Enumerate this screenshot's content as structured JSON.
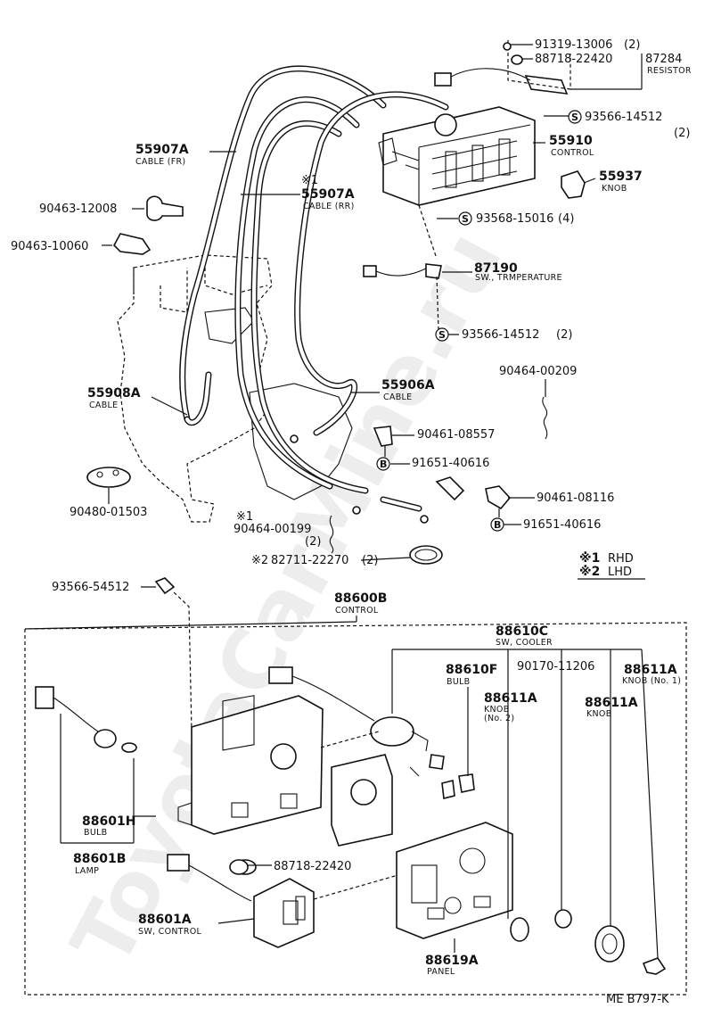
{
  "watermark": "ToyotaCarMine.ru",
  "diagram_code": "ME B797-K",
  "legend": {
    "rhd_mark": "※1",
    "rhd_text": "RHD",
    "lhd_mark": "※2",
    "lhd_text": "LHD"
  },
  "parts": {
    "p91319": "91319-13006",
    "p91319_qty": "(2)",
    "p88718a": "88718-22420",
    "p87284": "87284",
    "p87284_sub": "RESISTOR",
    "p93566a": "93566-14512",
    "p93566a_qty": "(2)",
    "p55910": "55910",
    "p55910_sub": "CONTROL",
    "p55937": "55937",
    "p55937_sub": "KNOB",
    "p55907fr": "55907A",
    "p55907fr_sub": "CABLE (FR)",
    "p90463a": "90463-12008",
    "p90463b": "90463-10060",
    "p55907rr_mark": "※1",
    "p55907rr": "55907A",
    "p55907rr_sub": "CABLE (RR)",
    "p93568": "93568-15016",
    "p93568_qty": "(4)",
    "p87190": "87190",
    "p87190_sub": "SW., TRMPERATURE",
    "p93566b": "93566-14512",
    "p93566b_qty": "(2)",
    "p90464a": "90464-00209",
    "p55908": "55908A",
    "p55908_sub": "CABLE",
    "p55906": "55906A",
    "p55906_sub": "CABLE",
    "p90461a": "90461-08557",
    "p91651a": "91651-40616",
    "p90480": "90480-01503",
    "p90461b": "90461-08116",
    "p91651b": "91651-40616",
    "p90464b_mark": "※1",
    "p90464b": "90464-00199",
    "p90464b_qty": "(2)",
    "p82711_mark": "※2",
    "p82711": "82711-22270",
    "p82711_qty": "(2)",
    "p93566c": "93566-54512",
    "p88600": "88600B",
    "p88600_sub": "CONTROL",
    "p88610": "88610C",
    "p88610_sub": "SW, COOLER",
    "p88610f": "88610F",
    "p88610f_sub": "BULB",
    "p90170": "90170-11206",
    "p88611a1": "88611A",
    "p88611a1_sub": "KNOB (No. 1)",
    "p88611a2": "88611A",
    "p88611a2_sub1": "KNOB",
    "p88611a2_sub2": "(No. 2)",
    "p88611a3": "88611A",
    "p88611a3_sub": "KNOB",
    "p88601h": "88601H",
    "p88601h_sub": "BULB",
    "p88601b": "88601B",
    "p88601b_sub": "LAMP",
    "p88718b": "88718-22420",
    "p88601a": "88601A",
    "p88601a_sub": "SW, CONTROL",
    "p88619": "88619A",
    "p88619_sub": "PANEL"
  },
  "circle_marks": {
    "s": "S",
    "b": "B"
  }
}
